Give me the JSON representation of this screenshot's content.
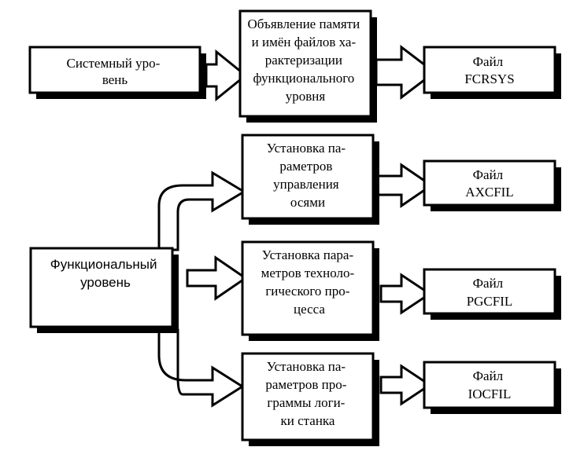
{
  "nodes": {
    "system_level": {
      "lines": [
        "Системный уро-",
        "вень"
      ]
    },
    "memory_decl": {
      "lines": [
        "Объявление памяти",
        "и имён файлов ха-",
        "рактеризации",
        "функционального",
        "уровня"
      ]
    },
    "fcrsys": {
      "lines": [
        "Файл",
        "FCRSYS"
      ]
    },
    "axis_params": {
      "lines": [
        "Установка па-",
        "раметров",
        "управления",
        "осями"
      ]
    },
    "axcfil": {
      "lines": [
        "Файл",
        "AXCFIL"
      ]
    },
    "functional_level": {
      "lines": [
        "Функциональный",
        "уровень"
      ]
    },
    "process_params": {
      "lines": [
        "Установка пара-",
        "метров техноло-",
        "гического про-",
        "цесса"
      ]
    },
    "pgcfil": {
      "lines": [
        "Файл",
        "PGCFIL"
      ]
    },
    "logic_params": {
      "lines": [
        "Установка па-",
        "раметров про-",
        "граммы логи-",
        "ки станка"
      ]
    },
    "iocfil": {
      "lines": [
        "Файл",
        "IOCFIL"
      ]
    }
  }
}
